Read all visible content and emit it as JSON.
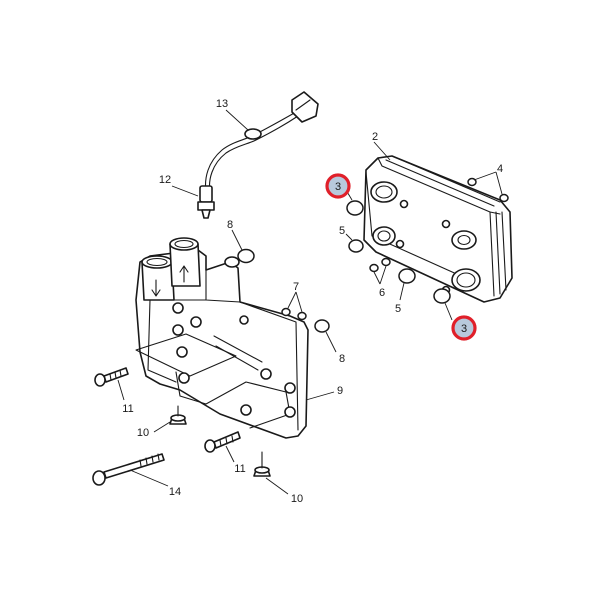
{
  "labels": {
    "n2": "2",
    "n3a": "3",
    "n3b": "3",
    "n4": "4",
    "n5a": "5",
    "n5b": "5",
    "n6": "6",
    "n7": "7",
    "n8a": "8",
    "n8b": "8",
    "n9": "9",
    "n10a": "10",
    "n10b": "10",
    "n11a": "11",
    "n11b": "11",
    "n12": "12",
    "n13": "13",
    "n14": "14"
  },
  "colors": {
    "highlight_ring": "#e0202a",
    "highlight_fill": "#b8c9dc",
    "line": "#1a1a1a"
  }
}
